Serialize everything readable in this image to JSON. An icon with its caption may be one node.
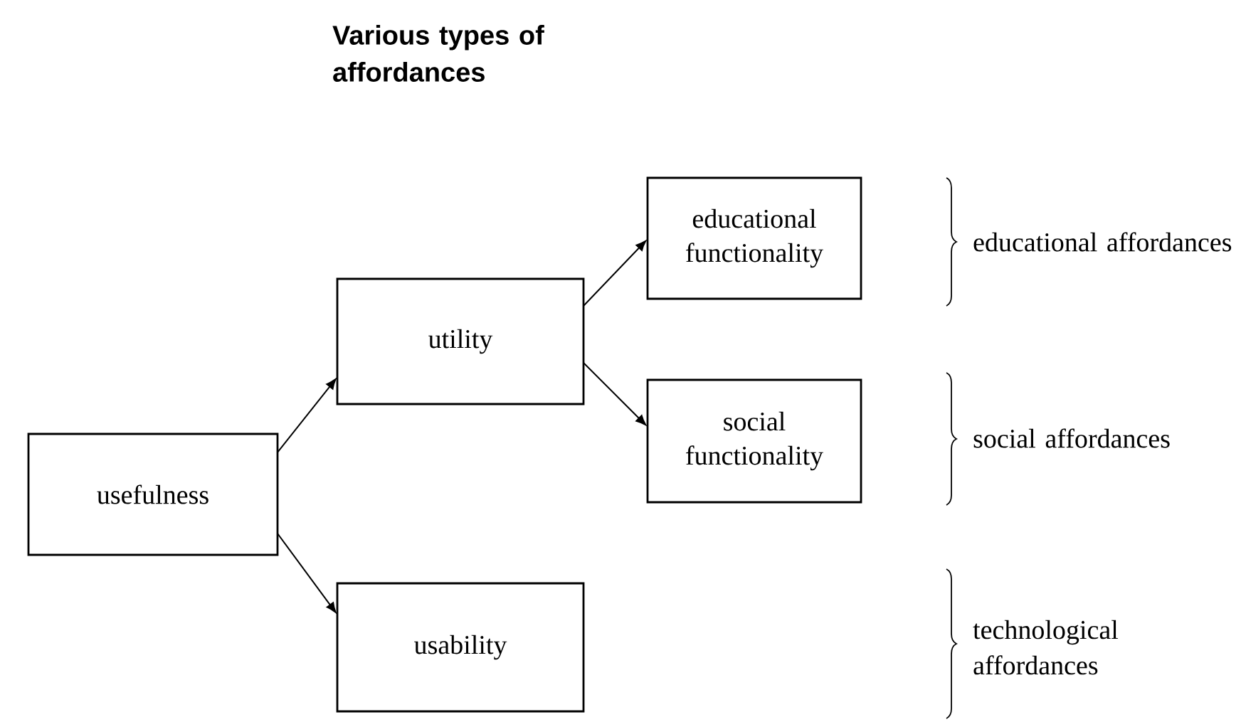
{
  "diagram": {
    "title": "Various types of affordances",
    "nodes": [
      {
        "text": [
          "usefulness"
        ]
      },
      {
        "text": [
          "utility"
        ]
      },
      {
        "text": [
          "usability"
        ]
      },
      {
        "text": [
          "educational functionality"
        ]
      },
      {
        "text": [
          "social functionality"
        ]
      }
    ],
    "edges": [
      {
        "from": 0,
        "to": 1,
        "arrow": "to"
      },
      {
        "from": 0,
        "to": 2,
        "arrow": "to"
      },
      {
        "from": 1,
        "to": 3,
        "arrow": "to"
      },
      {
        "from": 1,
        "to": 4,
        "arrow": "to"
      }
    ],
    "labels": [
      "educational affordances",
      "social affordances",
      "technological affordances"
    ]
  }
}
